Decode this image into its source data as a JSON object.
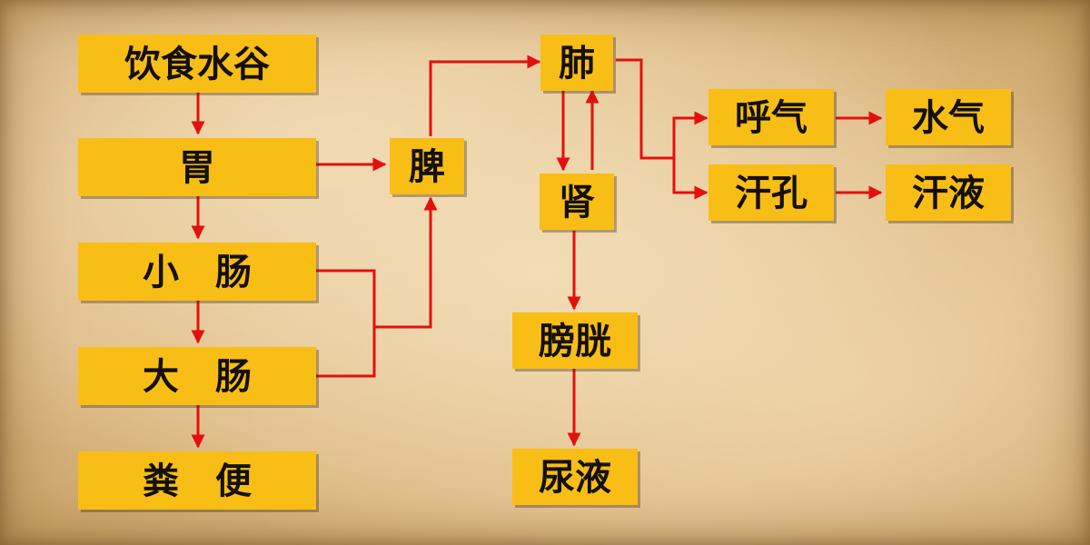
{
  "colors": {
    "node_fill": "#f8be16",
    "node_text": "#141008",
    "arrow": "#e3100f",
    "background": "#e2c28f"
  },
  "nodes": {
    "yinshi_shuigu": {
      "label": "饮食水谷"
    },
    "wei": {
      "label": "胃"
    },
    "xiaochang": {
      "label": "小　肠"
    },
    "dachang": {
      "label": "大　肠"
    },
    "fenbian": {
      "label": "粪　便"
    },
    "pi": {
      "label": "脾"
    },
    "fei": {
      "label": "肺"
    },
    "shen": {
      "label": "肾"
    },
    "pangguang": {
      "label": "膀胱"
    },
    "niaoye": {
      "label": "尿液"
    },
    "huqi": {
      "label": "呼气"
    },
    "shuiqi": {
      "label": "水气"
    },
    "hankong": {
      "label": "汗孔"
    },
    "hanye": {
      "label": "汗液"
    }
  }
}
